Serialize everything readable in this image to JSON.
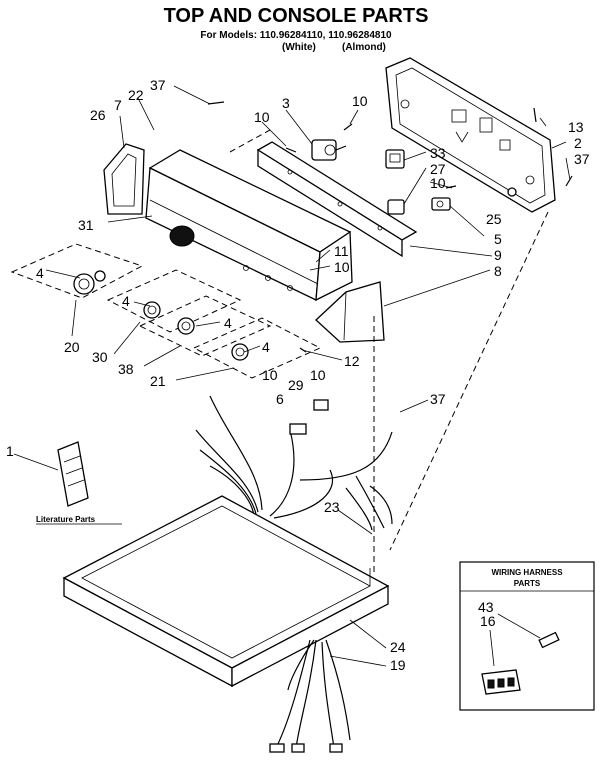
{
  "header": {
    "title": "TOP AND CONSOLE PARTS",
    "models_line": "For Models: 110.96284110, 110.96284810",
    "white": "(White)",
    "almond": "(Almond)"
  },
  "callouts": {
    "c1": "1",
    "c2": "2",
    "c3": "3",
    "c4a": "4",
    "c4b": "4",
    "c4c": "4",
    "c4d": "4",
    "c5": "5",
    "c6": "6",
    "c7": "7",
    "c8": "8",
    "c9": "9",
    "c10a": "10",
    "c10b": "10",
    "c10c": "10",
    "c10d": "10",
    "c10e": "10",
    "c10f": "10",
    "c11": "11",
    "c12": "12",
    "c13": "13",
    "c16": "16",
    "c19": "19",
    "c20": "20",
    "c21": "21",
    "c22": "22",
    "c23": "23",
    "c24": "24",
    "c25": "25",
    "c26": "26",
    "c27": "27",
    "c29": "29",
    "c30": "30",
    "c31": "31",
    "c33": "33",
    "c37a": "37",
    "c37b": "37",
    "c37c": "37",
    "c38": "38",
    "c43": "43"
  },
  "literature": {
    "label": "Literature Parts"
  },
  "wiring_box": {
    "line1": "WIRING HARNESS",
    "line2": "PARTS"
  }
}
